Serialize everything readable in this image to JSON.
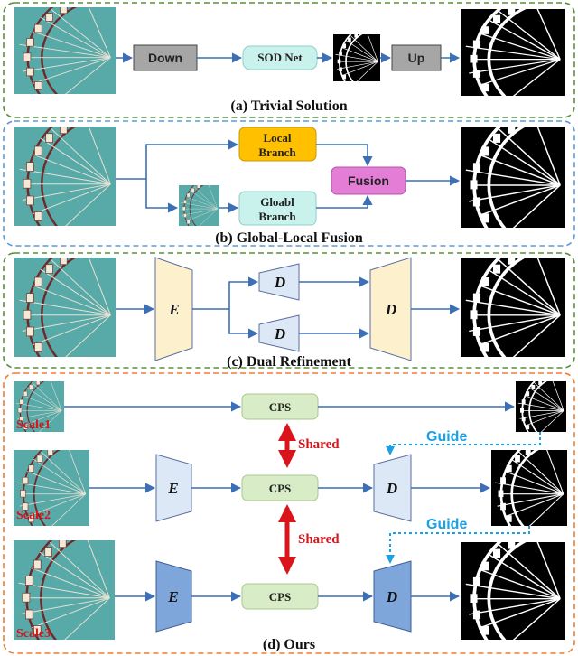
{
  "panels": {
    "a": {
      "caption": "(a) Trivial Solution",
      "down_label": "Down",
      "sod_label": "SOD Net",
      "up_label": "Up"
    },
    "b": {
      "caption": "(b) Global-Local Fusion",
      "local_line1": "Local",
      "local_line2": "Branch",
      "global_line1": "Gloabl",
      "global_line2": "Branch",
      "fusion_label": "Fusion"
    },
    "c": {
      "caption": "(c) Dual Refinement",
      "encoder_label": "E",
      "decoder_label": "D"
    },
    "d": {
      "caption": "(d) Ours",
      "scales": [
        "Scale1",
        "Scale2",
        "Scale3"
      ],
      "cps_label": "CPS",
      "encoder_label": "E",
      "decoder_label": "D",
      "shared_label": "Shared",
      "guide_label": "Guide"
    }
  },
  "colors": {
    "panel_a_border": "#5a8f3c",
    "panel_b_border": "#5b9bd5",
    "panel_c_border": "#5a8f3c",
    "panel_d_border": "#ed7d31",
    "arrow": "#3b6fb6",
    "down_box": "#a6a6a6",
    "sod_box": "#c9f2ec",
    "local_box": "#ffc000",
    "global_box": "#c9f2ec",
    "fusion_box": "#e37dd6",
    "trapezoid_c": "#fdf1cd",
    "cps_box": "#d9ecc8",
    "trap_light": "#dde8f6",
    "trap_dark": "#7ea6db",
    "shared_arrow": "#d9141a",
    "guide_arrow": "#1aa0e6"
  }
}
